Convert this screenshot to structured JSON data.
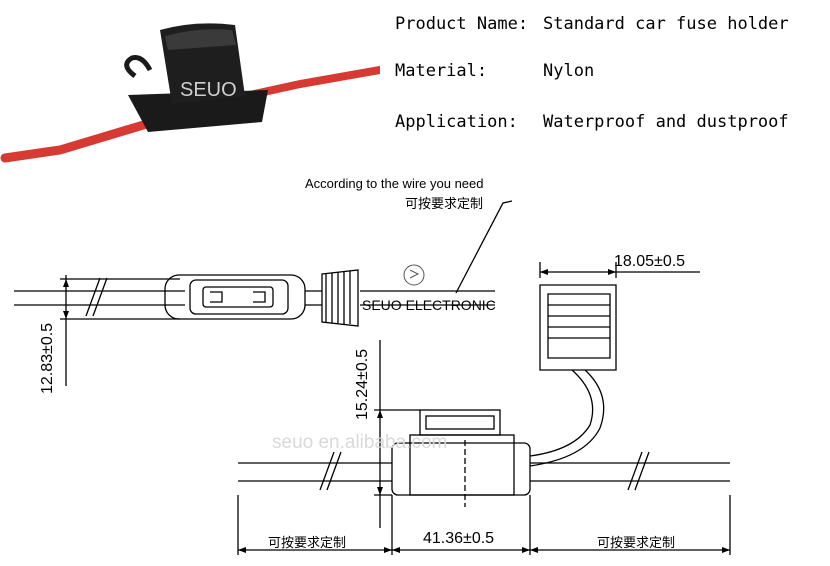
{
  "photo": {
    "brand": "SEUO"
  },
  "specs": [
    {
      "key": "Product Name:",
      "value": "Standard car fuse holder"
    },
    {
      "key": "Material:",
      "value": "Nylon"
    },
    {
      "key": "Application:",
      "value": "Waterproof and dustproof"
    }
  ],
  "drawing": {
    "note_en": "According to the wire you need",
    "note_cn": "可按要求定制",
    "logo_text": "SEUO ELECTRONIC",
    "dim_length": "41.36±0.5",
    "dim_cap_width": "18.05±0.5",
    "dim_height_side": "12.83±0.5",
    "dim_height_body": "15.24±0.5",
    "wire_left_cn": "可按要求定制",
    "wire_right_cn": "可按要求定制",
    "watermark": "seuo en.alibaba.com"
  }
}
